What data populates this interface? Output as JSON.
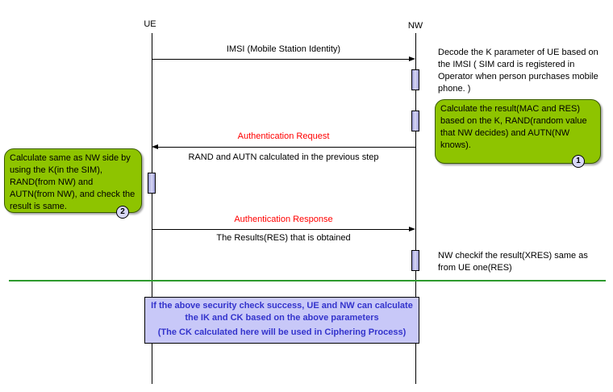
{
  "actors": {
    "ue": "UE",
    "nw": "NW"
  },
  "messages": [
    {
      "label": "IMSI (Mobile Station Identity)",
      "direction": "UE->NW",
      "color": "#000000"
    },
    {
      "label": "Authentication Request",
      "sublabel": "RAND and AUTN calculated in the previous step",
      "direction": "NW->UE",
      "color": "#ff0000"
    },
    {
      "label": "Authentication Response",
      "sublabel": "The Results(RES) that is obtained",
      "direction": "UE->NW",
      "color": "#ff0000"
    }
  ],
  "notes": {
    "decode": "Decode the K parameter of UE based on the IMSI ( SIM card is registered in Operator when person purchases mobile phone. )",
    "nw_check": "NW checkif the result(XRES) same as from UE one(RES)"
  },
  "callouts": [
    {
      "text": "Calculate the result(MAC and RES) based on the K, RAND(random value that NW decides) and AUTN(NW knows).",
      "badge": "1"
    },
    {
      "text": "Calculate same as NW side by using the K(in the SIM), RAND(from NW) and AUTN(from NW), and check the result is same.",
      "badge": "2"
    }
  ],
  "summary": {
    "line1": "If the above security check success, UE and NW can calculate the IK and CK based on the above parameters",
    "line2": "(The CK calculated here will be used in Ciphering Process)"
  },
  "colors": {
    "callout_fill": "#8ec400",
    "summary_fill": "#c8c8f8",
    "summary_text": "#3333cc",
    "divider": "#2e9a2e",
    "message_highlight": "#ff0000"
  }
}
